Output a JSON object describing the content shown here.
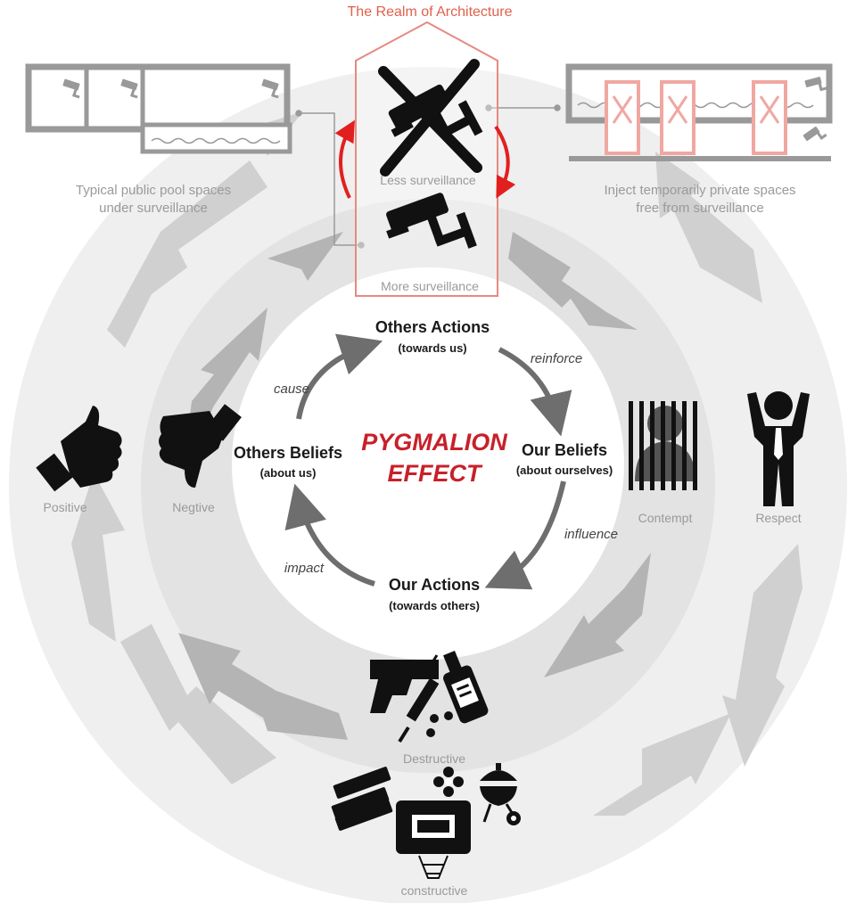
{
  "realm": {
    "title": "The Realm of Architecture",
    "less_label": "Less surveillance",
    "more_label": "More surveillance"
  },
  "pools": {
    "left_caption": [
      "Typical public pool spaces",
      "under surveillance"
    ],
    "right_caption": [
      "Inject temporarily private spaces",
      "free from surveillance"
    ]
  },
  "cycle": {
    "title": [
      "PYGMALION",
      "EFFECT"
    ],
    "nodes": {
      "others_actions": {
        "label": "Others Actions",
        "sub": "(towards us)"
      },
      "our_beliefs": {
        "label": "Our Beliefs",
        "sub": "(about ourselves)"
      },
      "our_actions": {
        "label": "Our Actions",
        "sub": "(towards others)"
      },
      "others_beliefs": {
        "label": "Others Beliefs",
        "sub": "(about us)"
      }
    },
    "verbs": {
      "reinforce": "reinforce",
      "influence": "influence",
      "impact": "impact",
      "cause": "cause"
    }
  },
  "labels": {
    "positive": "Positive",
    "negative": "Negtive",
    "contempt": "Contempt",
    "respect": "Respect",
    "destructive": "Destructive",
    "constructive": "constructive"
  },
  "colors": {
    "accent_red": "#c8202a",
    "realm_pink": "#e58a80",
    "ring_outer": "#efefef",
    "ring_inner": "#e2e2e2",
    "arrow_gray": "#6e6e6e"
  }
}
